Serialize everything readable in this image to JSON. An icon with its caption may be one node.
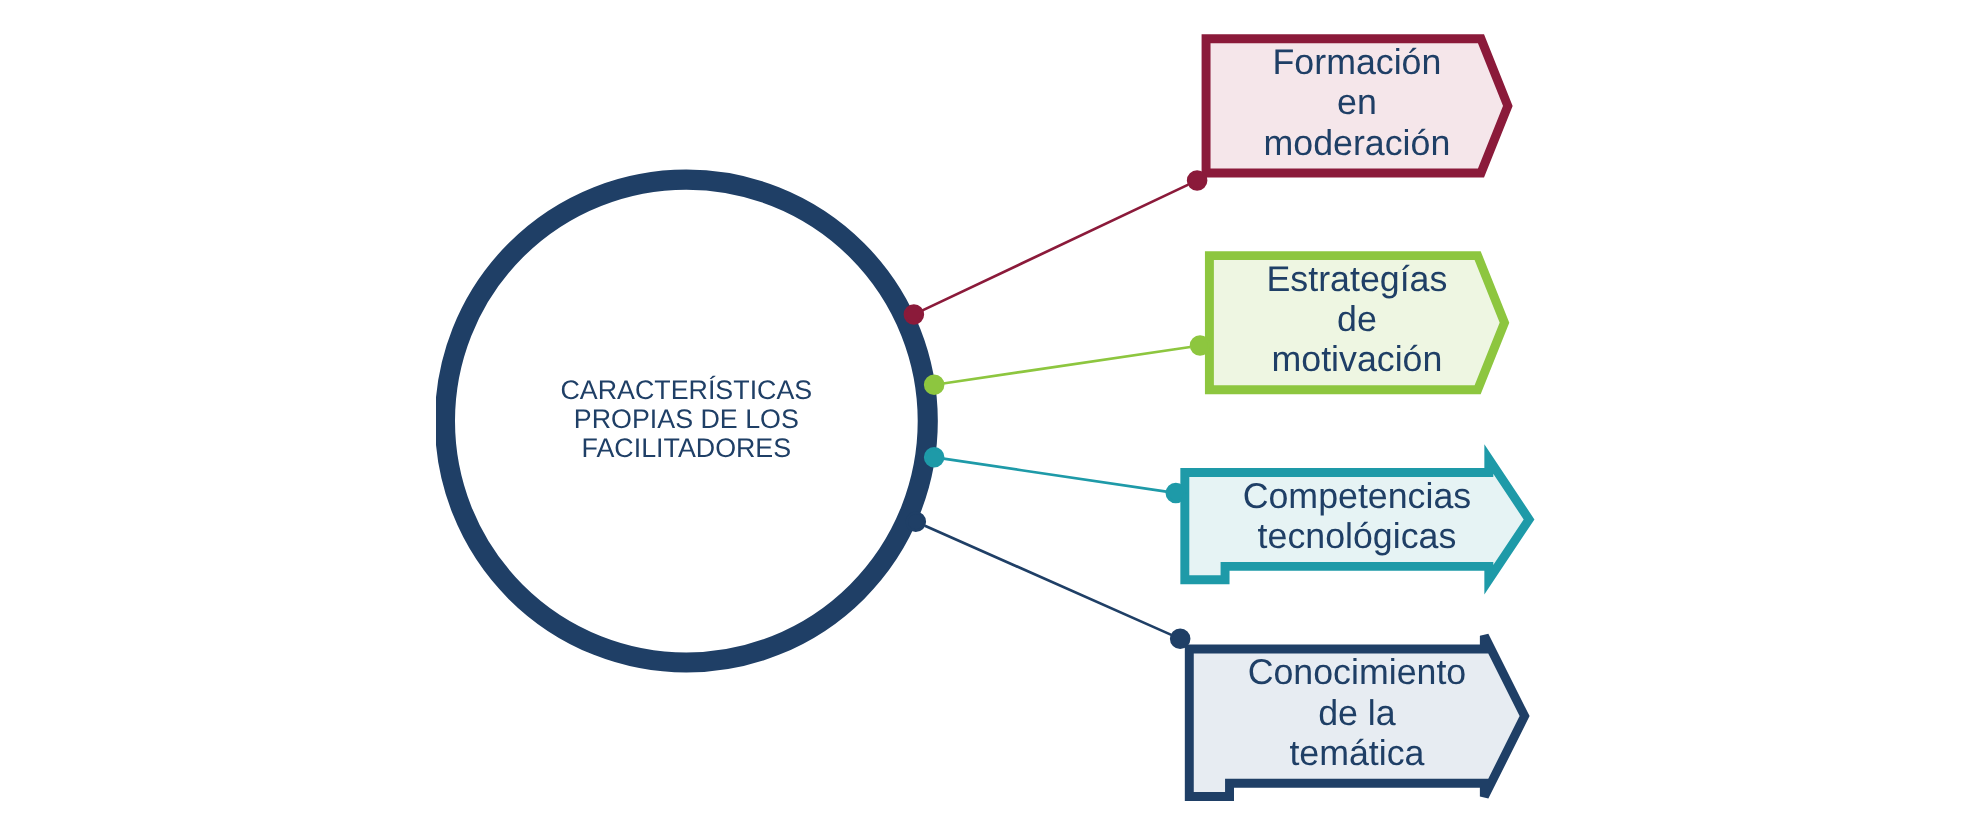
{
  "diagram": {
    "nodes": [
      {
        "text": [
          "CARACTERÍSTICAS PROPIAS DE LOS FACILITADORES"
        ]
      },
      {
        "text": [
          "Formación en moderación"
        ]
      },
      {
        "text": [
          "Estrategías de motivación"
        ]
      },
      {
        "text": [
          "Competencias tecnológicas"
        ]
      },
      {
        "text": [
          "Conocimiento de la temática"
        ]
      }
    ],
    "edges": [
      {
        "from": 0,
        "to": 1,
        "arrow": "other",
        "color": "#8b1a3a"
      },
      {
        "from": 0,
        "to": 2,
        "arrow": "other",
        "color": "#8dc63f"
      },
      {
        "from": 0,
        "to": 3,
        "arrow": "other",
        "color": "#1e9aa8"
      },
      {
        "from": 0,
        "to": 4,
        "arrow": "other",
        "color": "#1f3f66"
      }
    ]
  }
}
